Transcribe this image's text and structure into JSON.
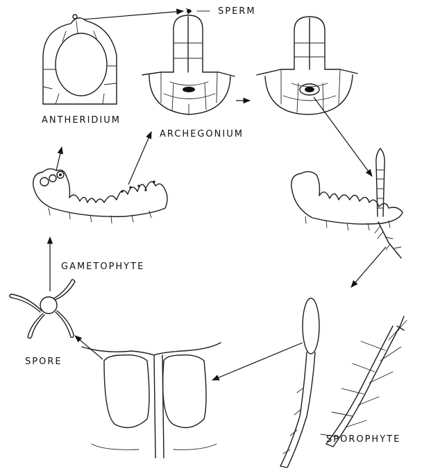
{
  "labels": {
    "sperm": "SPERM",
    "antheridium": "ANTHERIDIUM",
    "archegonium": "ARCHEGONIUM",
    "gametophyte": "GAMETOPHYTE",
    "spore": "SPORE",
    "sporophyte": "SPOROPHYTE"
  }
}
